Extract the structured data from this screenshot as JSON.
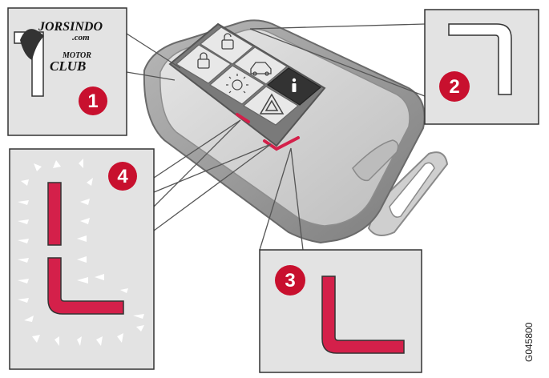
{
  "watermark": {
    "line1": "JORSINDO",
    "line2": ".com",
    "line3": "MOTOR",
    "line4": "CLUB"
  },
  "callouts": [
    {
      "label": "1"
    },
    {
      "label": "2"
    },
    {
      "label": "3"
    },
    {
      "label": "4"
    }
  ],
  "image_code": "G045800",
  "colors": {
    "panel_bg": "#e3e3e3",
    "accent_red": "#c8102e",
    "led_red": "#d4204a",
    "key_body": "#9a9a9a",
    "key_face": "#d0d0d0"
  },
  "icons": [
    "lock-icon",
    "unlock-icon",
    "car-trunk-icon",
    "padlock-icon",
    "light-icon",
    "info-icon",
    "hazard-icon"
  ]
}
